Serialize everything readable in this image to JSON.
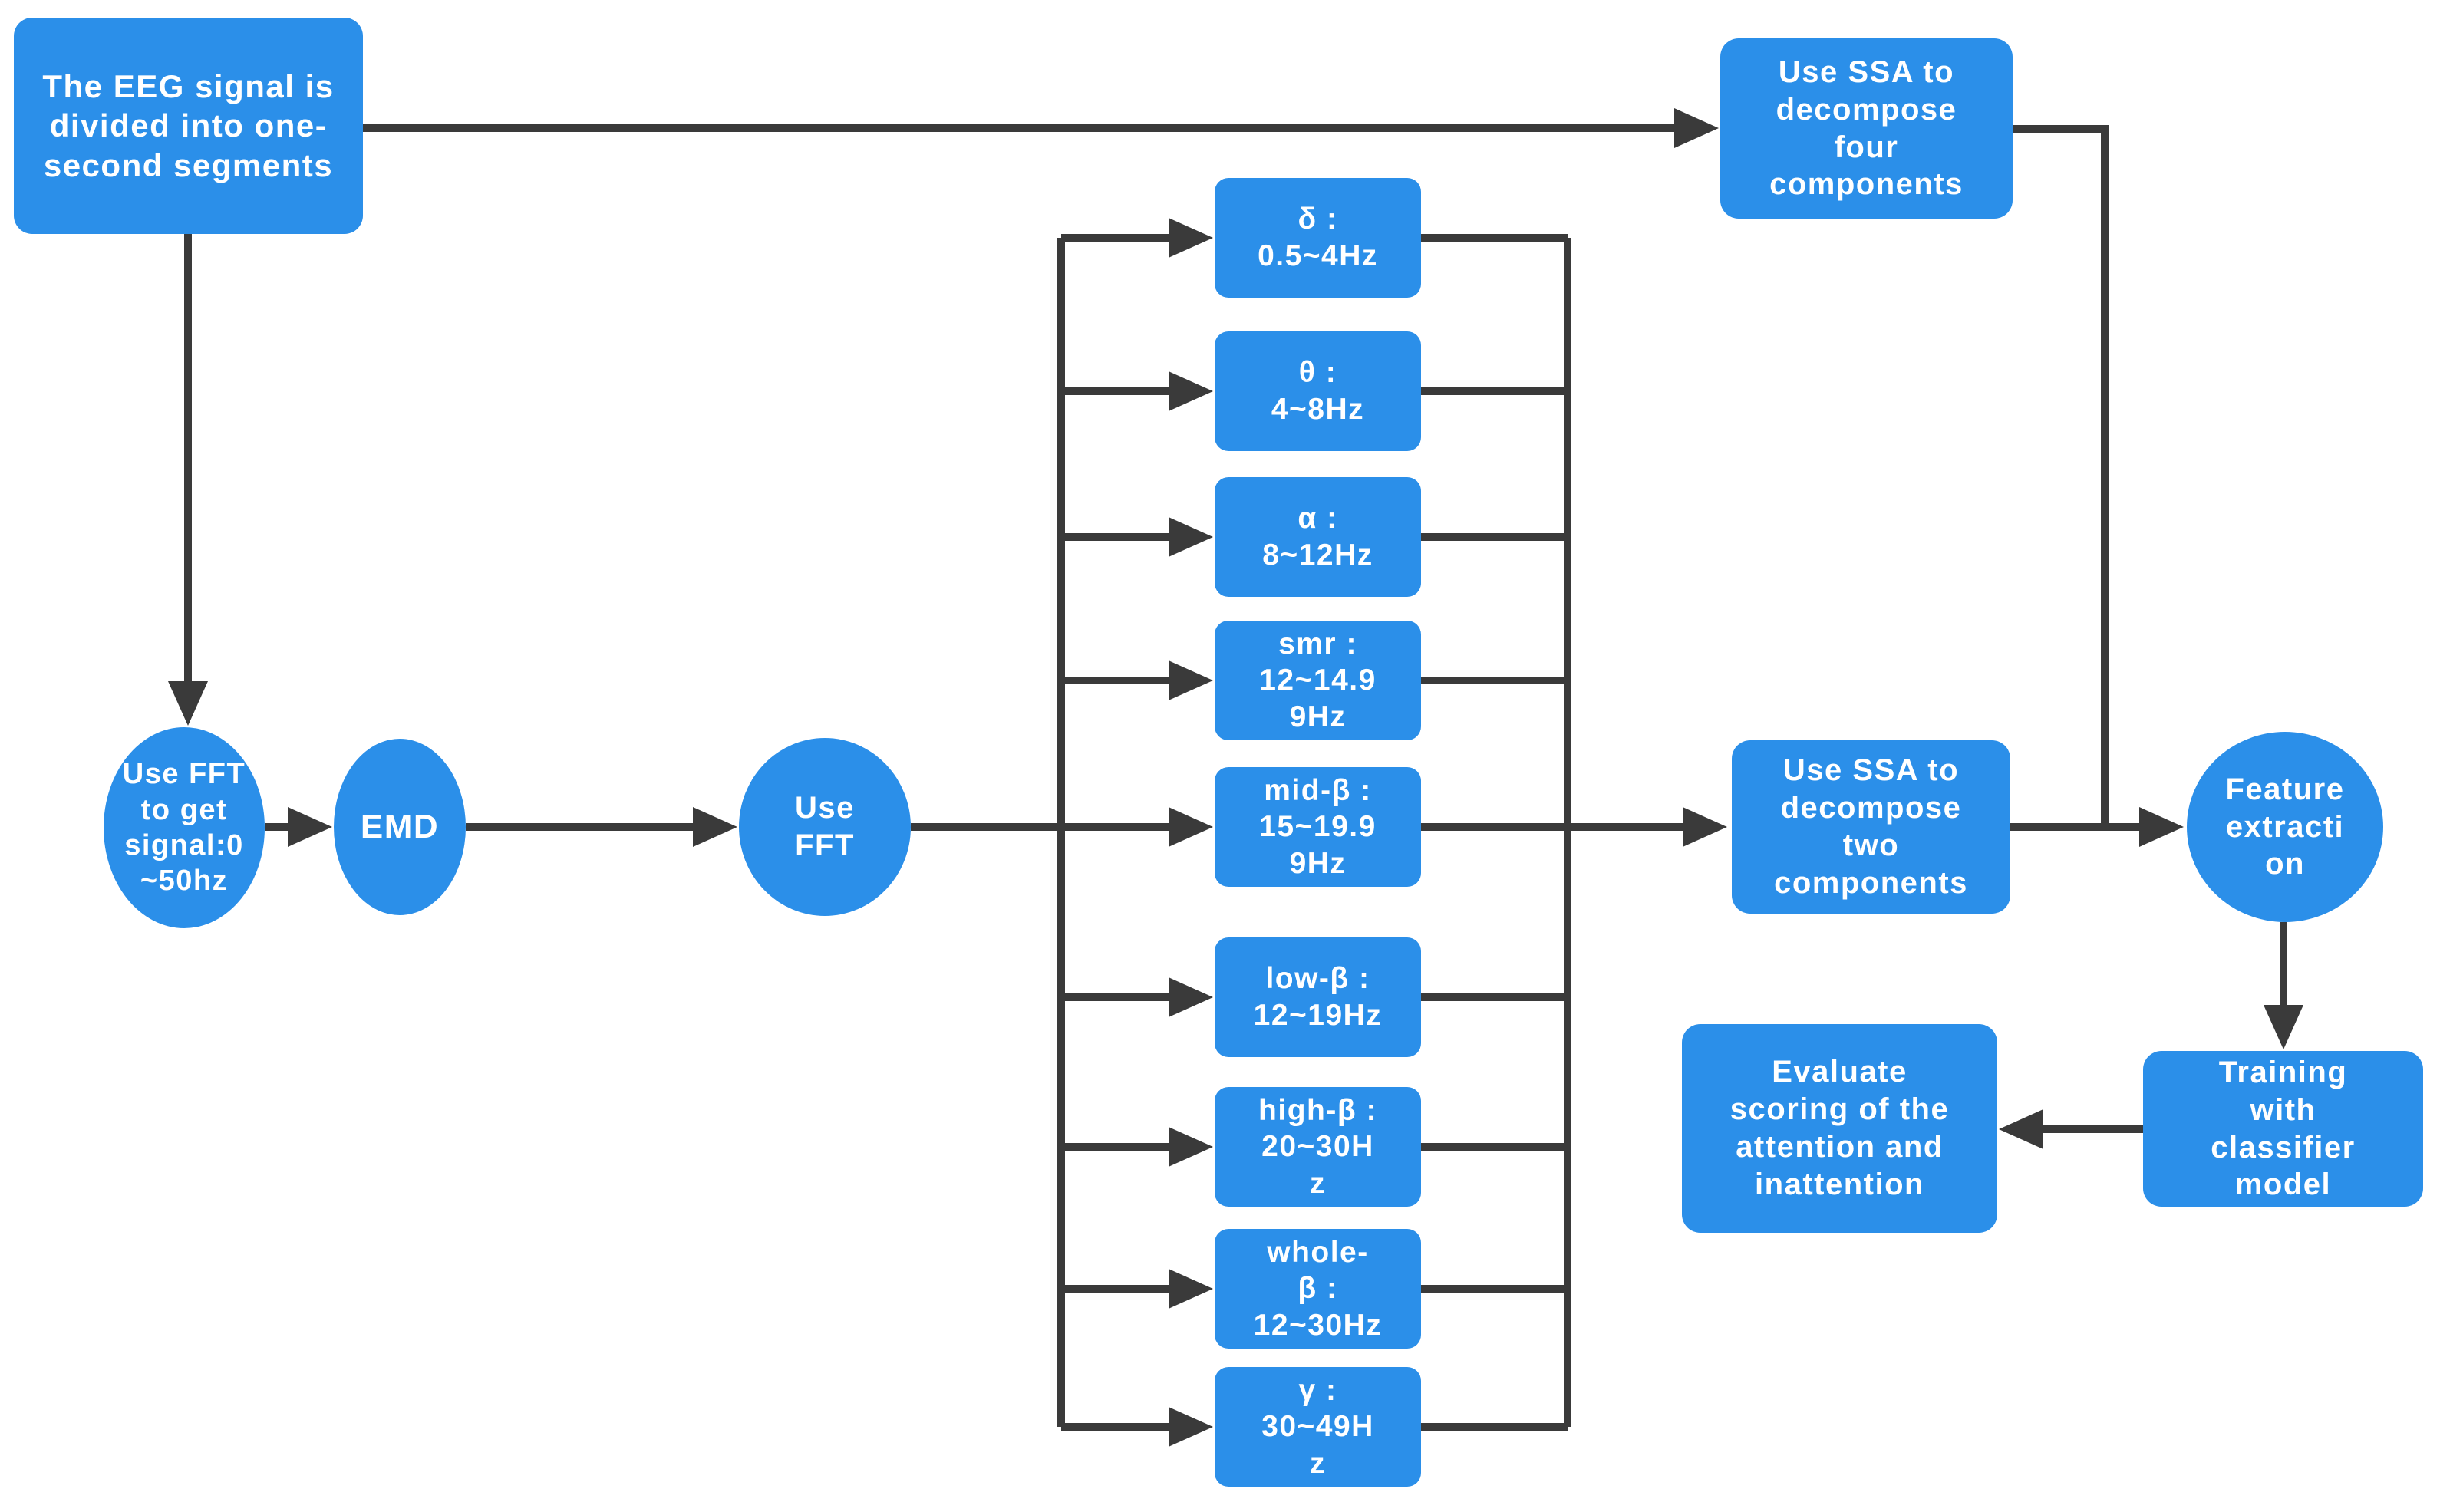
{
  "diagram": {
    "colors": {
      "node_fill": "#2b8fe9",
      "connector": "#3a3a3a",
      "text": "#ffffff",
      "background": "#ffffff"
    },
    "nodes": {
      "eeg_segments": {
        "label": "The EEG signal is\ndivided into one-\nsecond segments"
      },
      "ssa_four": {
        "label": "Use SSA to\ndecompose\nfour\ncomponents"
      },
      "fft_range": {
        "label": "Use FFT\nto get\nsignal:0\n~50hz"
      },
      "emd": {
        "label": "EMD"
      },
      "use_fft": {
        "label": "Use\nFFT"
      },
      "ssa_two": {
        "label": "Use SSA to\ndecompose\ntwo\ncomponents"
      },
      "feature_extraction": {
        "label": "Feature\nextracti\non"
      },
      "training": {
        "label": "Training\nwith\nclassifier\nmodel"
      },
      "evaluate": {
        "label": "Evaluate\nscoring of the\nattention and\ninattention"
      }
    },
    "bands": [
      {
        "name": "delta",
        "label": "δ :\n0.5~4Hz"
      },
      {
        "name": "theta",
        "label": "θ :\n4~8Hz"
      },
      {
        "name": "alpha",
        "label": "α :\n8~12Hz"
      },
      {
        "name": "smr",
        "label": "smr :\n12~14.9\n9Hz"
      },
      {
        "name": "mid-beta",
        "label": "mid-β :\n15~19.9\n9Hz"
      },
      {
        "name": "low-beta",
        "label": "low-β :\n12~19Hz"
      },
      {
        "name": "high-beta",
        "label": "high-β :\n20~30H\nz"
      },
      {
        "name": "whole-beta",
        "label": "whole-\nβ :\n12~30Hz"
      },
      {
        "name": "gamma",
        "label": "γ :\n30~49H\nz"
      }
    ]
  }
}
